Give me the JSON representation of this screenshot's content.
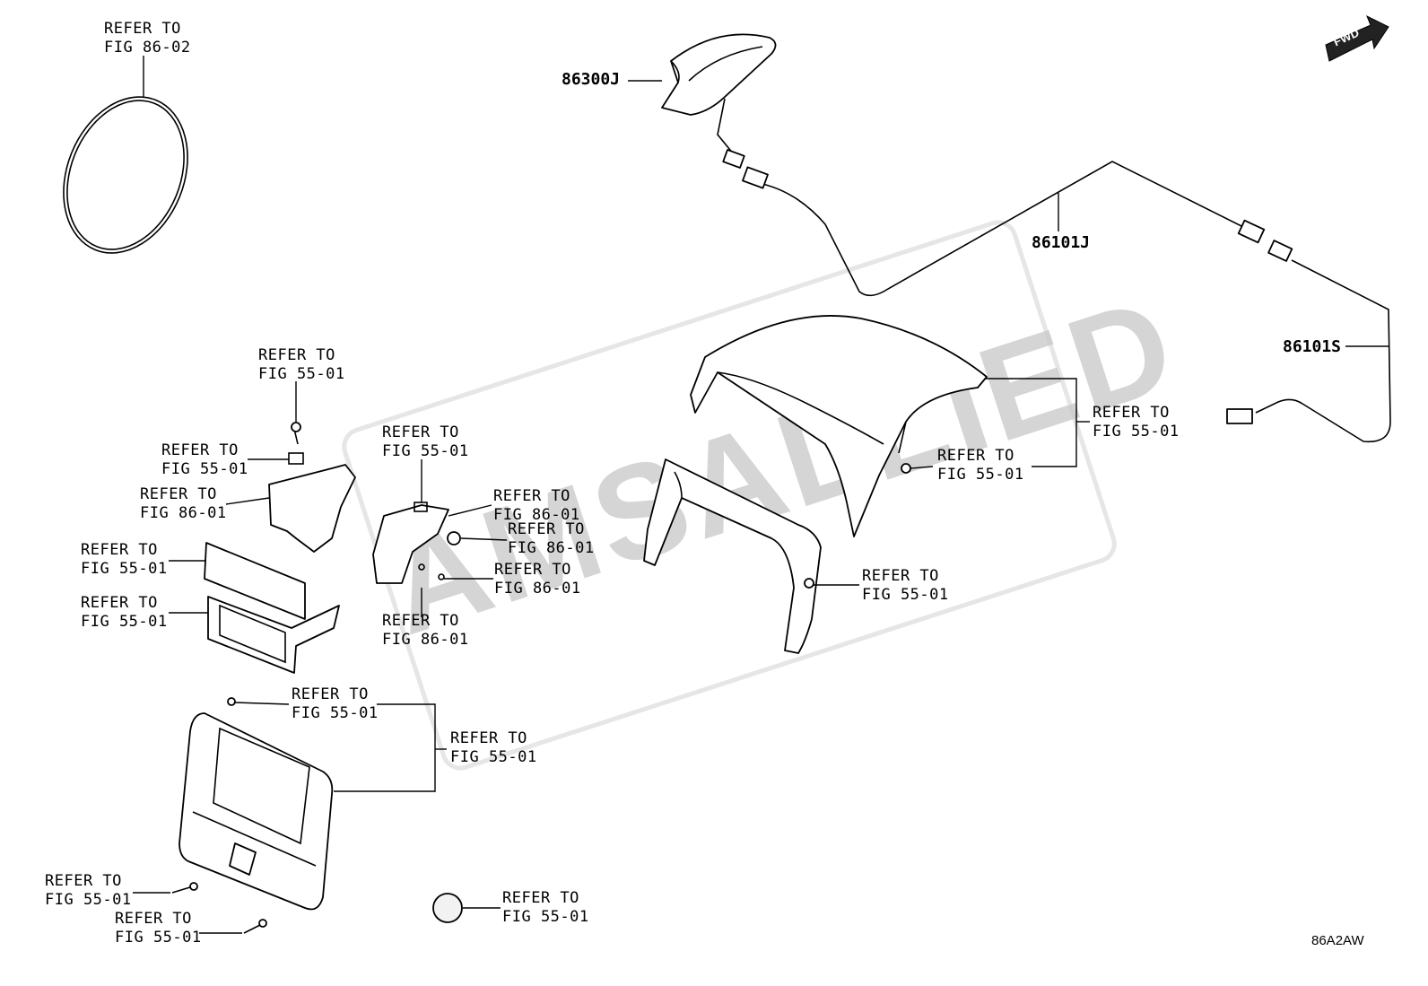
{
  "callouts": [
    {
      "line1": "REFER TO",
      "line2": "FIG 86-02"
    },
    {
      "line1": "REFER TO",
      "line2": "FIG 55-01"
    },
    {
      "line1": "REFER TO",
      "line2": "FIG 55-01"
    },
    {
      "line1": "REFER TO",
      "line2": "FIG 86-01"
    },
    {
      "line1": "REFER TO",
      "line2": "FIG 55-01"
    },
    {
      "line1": "REFER TO",
      "line2": "FIG 55-01"
    },
    {
      "line1": "REFER TO",
      "line2": "FIG 55-01"
    },
    {
      "line1": "REFER TO",
      "line2": "FIG 86-01"
    },
    {
      "line1": "REFER TO",
      "line2": "FIG 86-01"
    },
    {
      "line1": "REFER TO",
      "line2": "FIG 86-01"
    },
    {
      "line1": "REFER TO",
      "line2": "FIG 86-01"
    },
    {
      "line1": "REFER TO",
      "line2": "FIG 55-01"
    },
    {
      "line1": "REFER TO",
      "line2": "FIG 55-01"
    },
    {
      "line1": "REFER TO",
      "line2": "FIG 55-01"
    },
    {
      "line1": "REFER TO",
      "line2": "FIG 55-01"
    },
    {
      "line1": "REFER TO",
      "line2": "FIG 55-01"
    },
    {
      "line1": "REFER TO",
      "line2": "FIG 55-01"
    },
    {
      "line1": "REFER TO",
      "line2": "FIG 55-01"
    },
    {
      "line1": "REFER TO",
      "line2": "FIG 55-01"
    }
  ],
  "part_numbers": {
    "antenna": "86300J",
    "feeder_cable": "86101J",
    "sub_cable": "86101S"
  },
  "direction_marker": "FWD",
  "watermark": "AMSALLIED",
  "diagram_id": "86A2AW"
}
